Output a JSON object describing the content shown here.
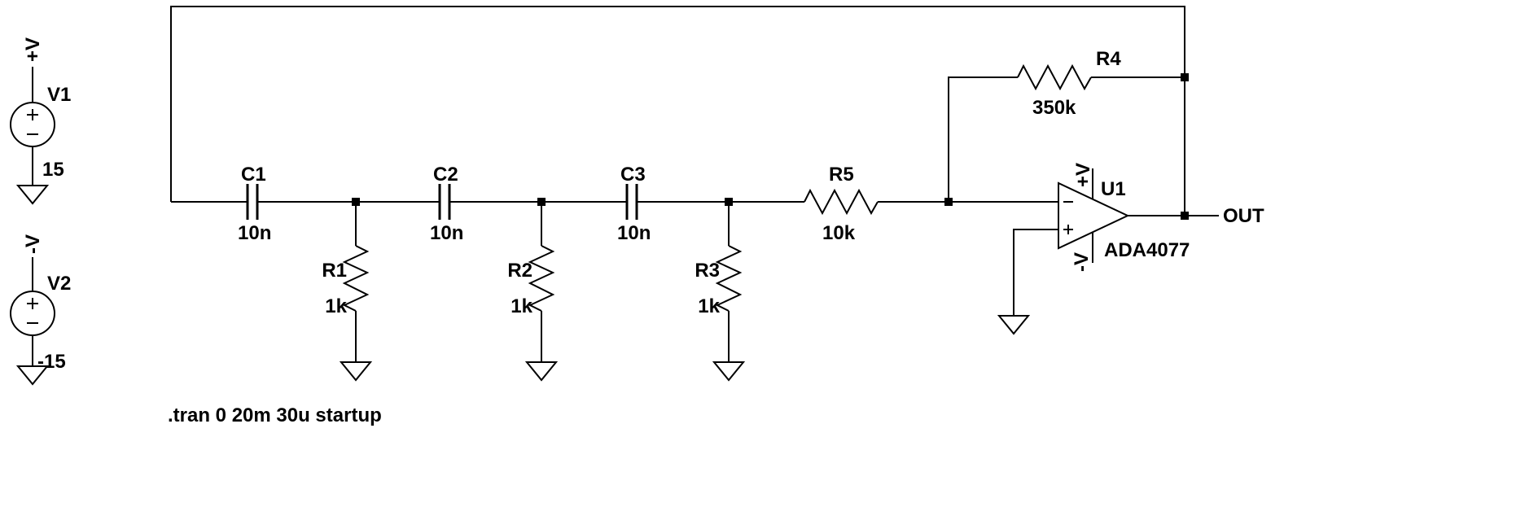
{
  "components": {
    "V1": {
      "label": "V1",
      "value": "15",
      "rail": "+V"
    },
    "V2": {
      "label": "V2",
      "value": "-15",
      "rail": "-V"
    },
    "C1": {
      "label": "C1",
      "value": "10n"
    },
    "C2": {
      "label": "C2",
      "value": "10n"
    },
    "C3": {
      "label": "C3",
      "value": "10n"
    },
    "R1": {
      "label": "R1",
      "value": "1k"
    },
    "R2": {
      "label": "R2",
      "value": "1k"
    },
    "R3": {
      "label": "R3",
      "value": "1k"
    },
    "R4": {
      "label": "R4",
      "value": "350k"
    },
    "R5": {
      "label": "R5",
      "value": "10k"
    },
    "U1": {
      "label": "U1",
      "value": "ADA4077",
      "rail_plus": "+V",
      "rail_minus": "-V"
    }
  },
  "nets": {
    "out": "OUT"
  },
  "directives": {
    "tran": ".tran 0 20m 30u startup"
  },
  "colors": {
    "wire": "#000000",
    "text": "#000000",
    "background": "#ffffff"
  }
}
